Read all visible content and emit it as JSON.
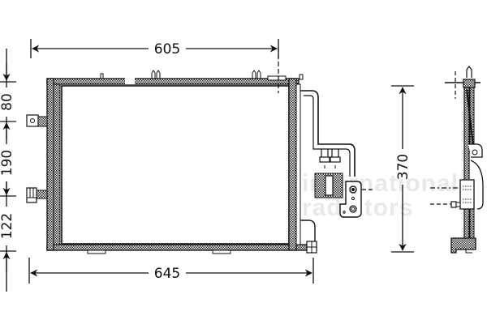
{
  "diagram": {
    "subject": "A/C condenser technical drawing",
    "views": [
      "front-view",
      "side-view"
    ],
    "dimensions": {
      "top_width": {
        "label": "605",
        "unit": "mm"
      },
      "bottom_width": {
        "label": "645",
        "unit": "mm"
      },
      "side_height": {
        "label": "370",
        "unit": "mm"
      },
      "left_offsets": [
        {
          "label": "80"
        },
        {
          "label": "190"
        },
        {
          "label": "122"
        }
      ]
    },
    "watermark": {
      "line1": "international",
      "line2": "radiators",
      "logo_color": "#e8a0a0",
      "text_color": "#9a9a9a"
    },
    "colors": {
      "line": "#111111",
      "background": "#ffffff"
    }
  }
}
